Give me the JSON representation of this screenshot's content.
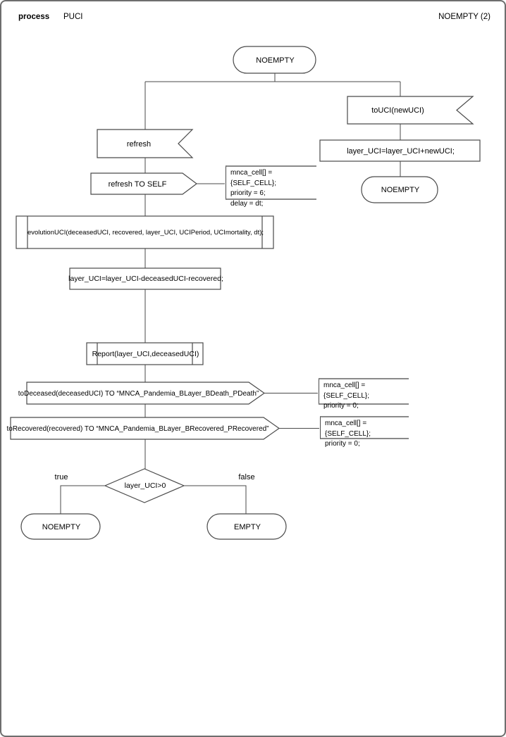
{
  "header": {
    "kind_label": "process",
    "process_name": "PUCI",
    "page_label": "NOEMPTY (2)"
  },
  "nodes": {
    "state_start": "NOEMPTY",
    "input_touci": "toUCI(newUCI)",
    "task_add": "layer_UCI=layer_UCI+newUCI;",
    "state_noempty_right": "NOEMPTY",
    "input_refresh": "refresh",
    "output_refresh": "refresh TO SELF",
    "comment_refresh": "mnca_cell[] = {SELF_CELL};\npriority = 6;\ndelay = dt;",
    "proc_evolution": "evolutionUCI(deceasedUCI, recovered, layer_UCI, UCIPeriod, UCImortality, dt);",
    "task_update": "layer_UCI=layer_UCI-deceasedUCI-recovered;",
    "proc_report": "Report(layer_UCI,deceasedUCI)",
    "output_todeceased": "toDeceased(deceasedUCI) TO “MNCA_Pandemia_BLayer_BDeath_PDeath”",
    "comment_todeceased": "mnca_cell[] = {SELF_CELL};\npriority = 0;",
    "output_torecovered": "toRecovered(recovered) TO “MNCA_Pandemia_BLayer_BRecovered_PRecovered”",
    "comment_torecovered": "mnca_cell[] = {SELF_CELL};\npriority = 0;",
    "decision": "layer_UCI>0",
    "label_true": "true",
    "label_false": "false",
    "state_noempty_true": "NOEMPTY",
    "state_empty": "EMPTY"
  },
  "colors": {
    "background": "#ffffff",
    "shape_stroke": "#4a4a4a",
    "connector_stroke": "#4a4a4a",
    "comment_border": "#8a8a8a",
    "page_border": "#6e6e6e",
    "text": "#000000"
  }
}
